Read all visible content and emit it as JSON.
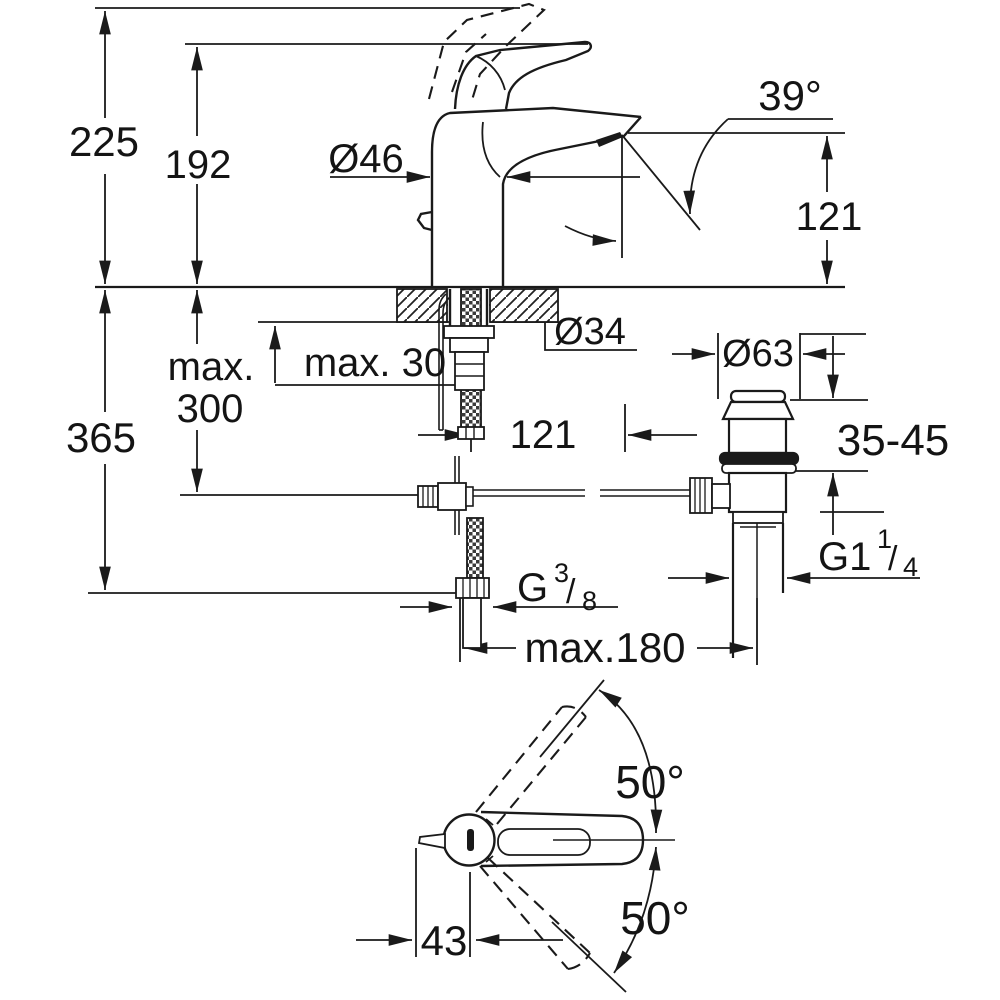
{
  "drawing": {
    "type": "technical-dimension-drawing",
    "subject": "single-lever basin mixer faucet with pop-up waste",
    "colors": {
      "ink": "#1a1a1a",
      "background": "#ffffff"
    },
    "dims": {
      "overall_height": "225",
      "spout_top_height": "192",
      "body_diameter": "Ø46",
      "spout_angle": "39°",
      "spout_outlet_height": "121",
      "max_counter_thickness": "max. 30",
      "hole_diameter": "Ø34",
      "max_rod_length_word": "max.",
      "max_rod_length_value": "300",
      "below_counter_depth": "365",
      "center_to_drain": "121",
      "flange_diameter": "Ø63",
      "clamping_range": "35-45",
      "drain_thread_main": "G1",
      "drain_thread_num": "1",
      "drain_thread_slash": "/",
      "drain_thread_den": "4",
      "supply_thread_main": "G",
      "supply_thread_num": "3",
      "supply_thread_slash": "/",
      "supply_thread_den": "8",
      "max_hose_reach": "max.180",
      "handle_swivel_upper": "50°",
      "handle_swivel_lower": "50°",
      "handle_offset": "43"
    }
  }
}
